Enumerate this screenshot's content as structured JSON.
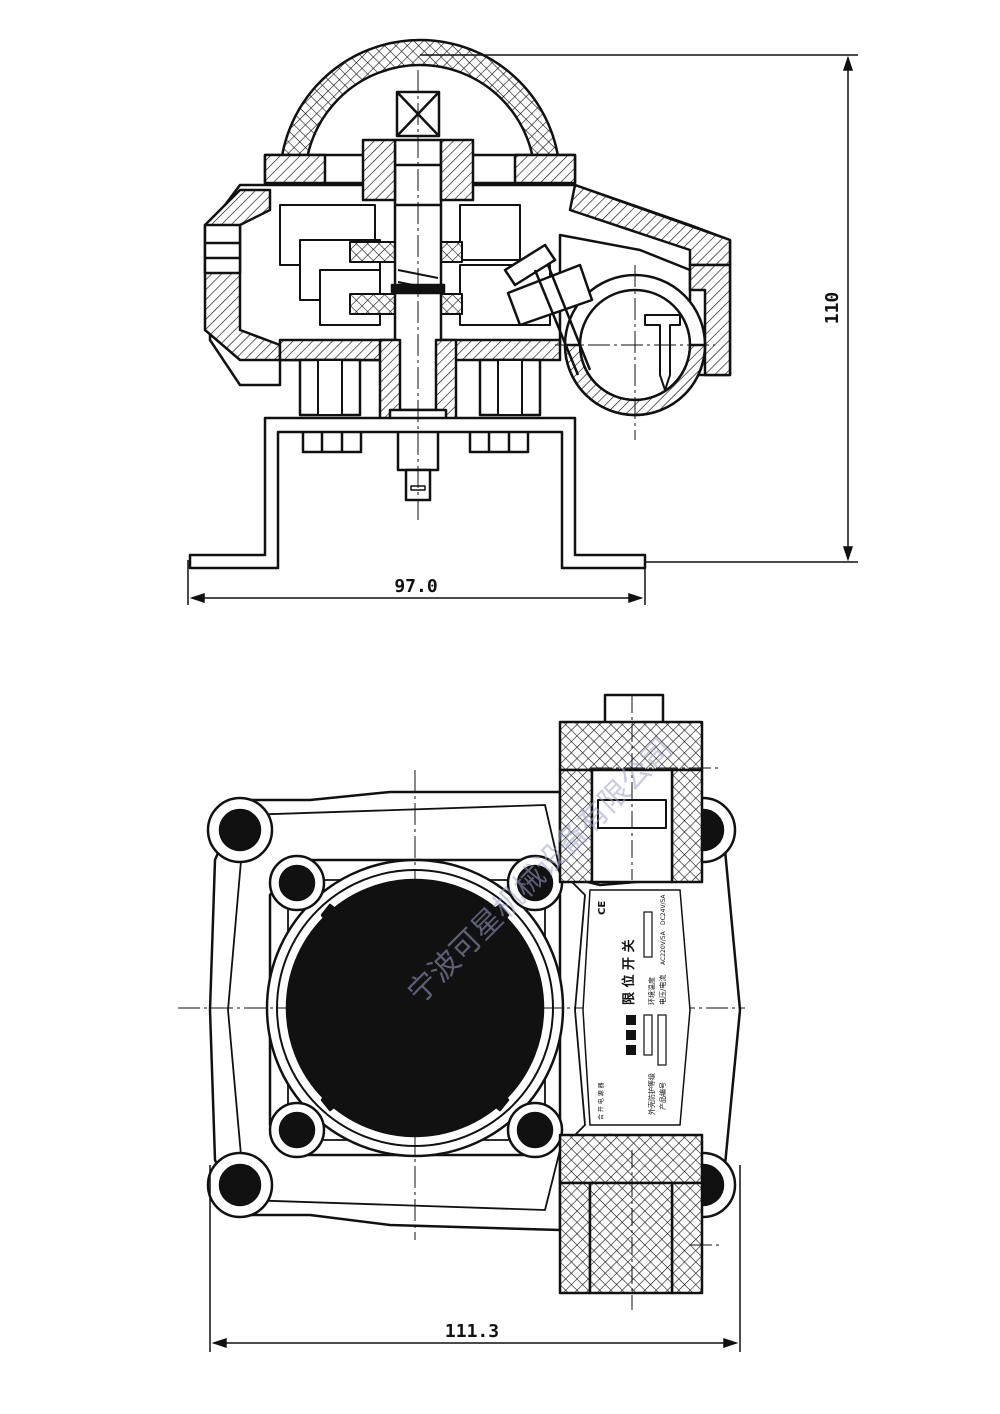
{
  "dimensions": {
    "top_width": "97.0",
    "top_height": "110",
    "bottom_width": "111.3"
  },
  "nameplate": {
    "title": "限 位 开 关",
    "ambient_temp_label": "环境温度",
    "voltage_current_label": "电压/电流",
    "voltage_ac": "AC220V/5A",
    "voltage_dc": "DC24V/5A",
    "protection_label": "外壳防护等级",
    "product_no_label": "产品编号",
    "switch_states": "合 开 电 源 器",
    "ce_mark": "CE"
  },
  "watermark": {
    "text": "宁波可星机械设备有限公司"
  },
  "colors": {
    "line": "#111111",
    "watermark": "#9aa0c8",
    "hatch_fill": "#ffffff"
  }
}
